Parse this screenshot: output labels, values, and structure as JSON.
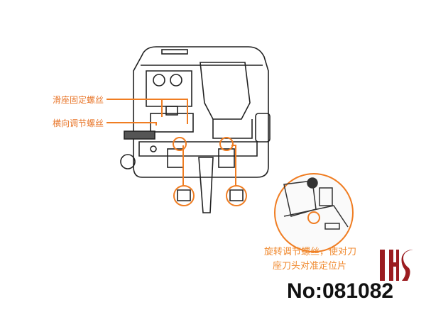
{
  "labels": {
    "slide_seat_screw": "滑座固定螺丝",
    "lateral_adjust_screw": "横向调节螺丝"
  },
  "note": {
    "line1": "旋转调节螺丝，使对刀",
    "line2": "座刀头对准定位片"
  },
  "logo_text": "HS",
  "product_number": "No:081082",
  "colors": {
    "accent": "#f07d22",
    "logo": "#9b1c20",
    "line": "#222222"
  }
}
